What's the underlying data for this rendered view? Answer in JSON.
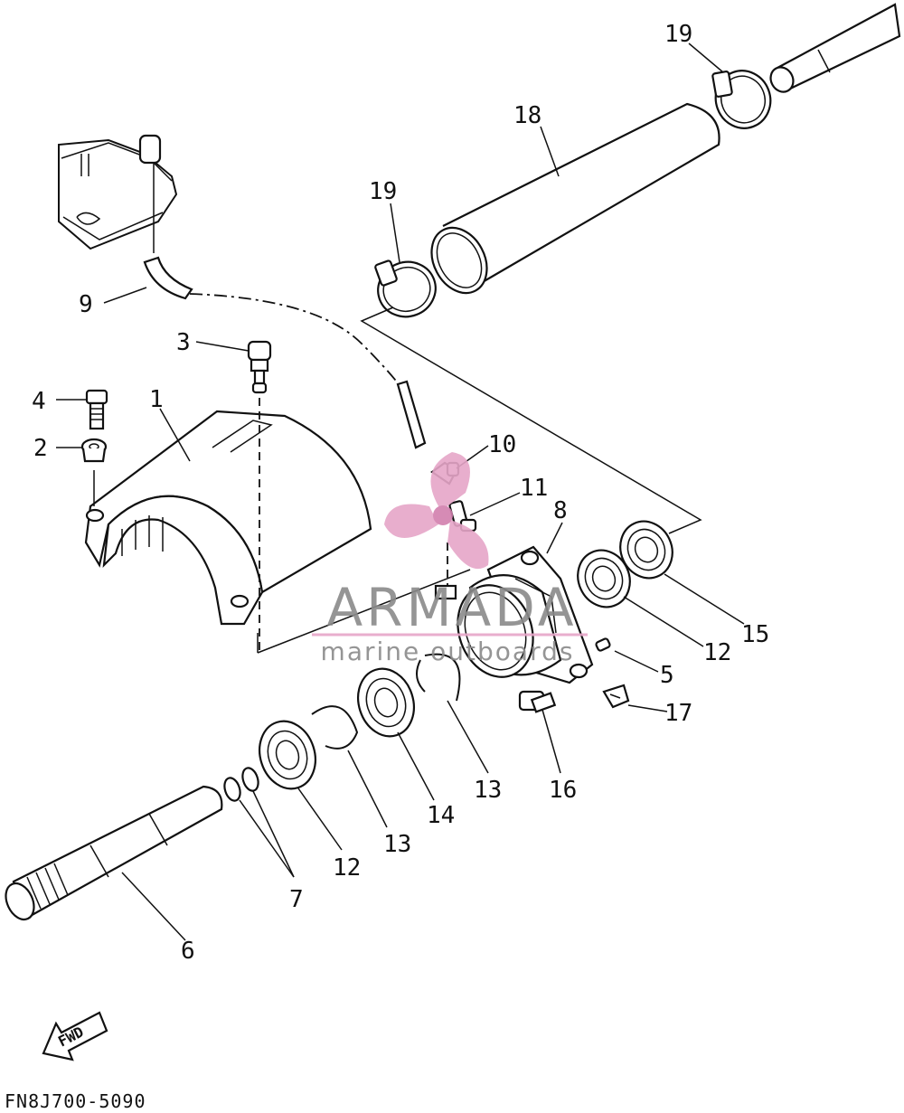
{
  "diagram_code": "FN8J700-5090",
  "fwd_label": "FWD",
  "watermark": {
    "brand": "ARMADA",
    "tagline": "marine outboards",
    "color": "#e6a6c8"
  },
  "callouts": [
    {
      "id": "c1",
      "label": "1"
    },
    {
      "id": "c2",
      "label": "2"
    },
    {
      "id": "c3",
      "label": "3"
    },
    {
      "id": "c4",
      "label": "4"
    },
    {
      "id": "c5",
      "label": "5"
    },
    {
      "id": "c6",
      "label": "6"
    },
    {
      "id": "c7",
      "label": "7"
    },
    {
      "id": "c8",
      "label": "8"
    },
    {
      "id": "c9",
      "label": "9"
    },
    {
      "id": "c10",
      "label": "10"
    },
    {
      "id": "c11",
      "label": "11"
    },
    {
      "id": "c12a",
      "label": "12"
    },
    {
      "id": "c12b",
      "label": "12"
    },
    {
      "id": "c13a",
      "label": "13"
    },
    {
      "id": "c13b",
      "label": "13"
    },
    {
      "id": "c14",
      "label": "14"
    },
    {
      "id": "c15",
      "label": "15"
    },
    {
      "id": "c16",
      "label": "16"
    },
    {
      "id": "c17",
      "label": "17"
    },
    {
      "id": "c18",
      "label": "18"
    },
    {
      "id": "c19a",
      "label": "19"
    },
    {
      "id": "c19b",
      "label": "19"
    }
  ]
}
